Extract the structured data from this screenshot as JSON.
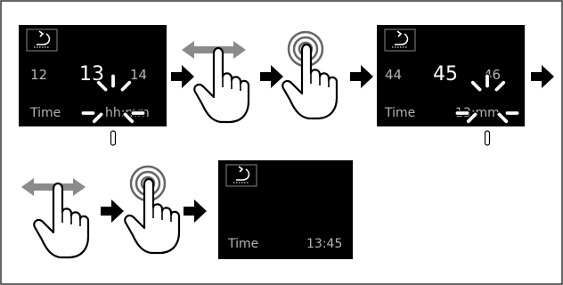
{
  "panel1": {
    "prev": "12",
    "current": "13",
    "next": "14",
    "label": "Time",
    "format": "hh:mm",
    "back_icon": "back-arrow-icon"
  },
  "panel2": {
    "prev": "44",
    "current": "45",
    "next": "46",
    "label": "Time",
    "format": "13:mm",
    "back_icon": "back-arrow-icon"
  },
  "panel3": {
    "label": "Time",
    "value": "13:45",
    "back_icon": "back-arrow-icon"
  },
  "gestures": [
    "swipe-left-right-icon",
    "double-tap-icon"
  ],
  "colors": {
    "screen": "#000000",
    "text": "#ffffff",
    "muted": "#b4b4b4",
    "border": "#333333",
    "arrow": "#000000",
    "gesture_arrow": "#8a8a8a"
  }
}
